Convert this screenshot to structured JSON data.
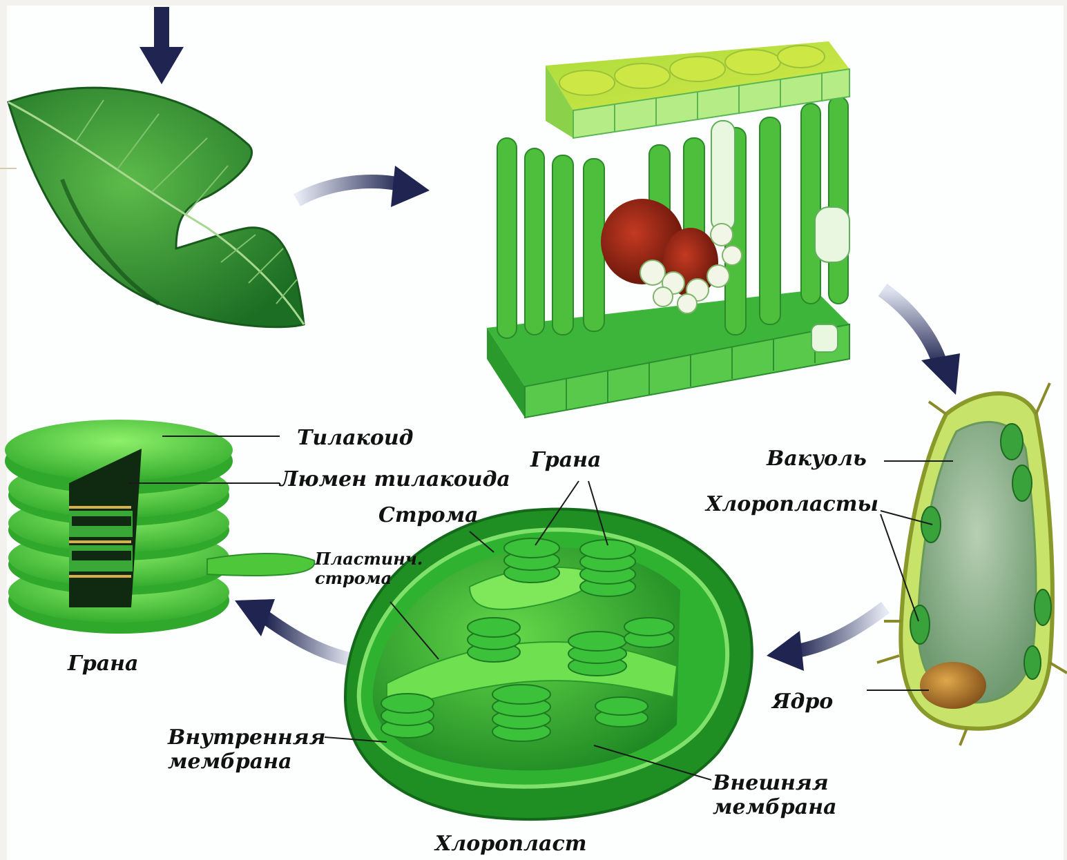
{
  "labels": {
    "thylakoid": "Тилакоид",
    "thylakoid_lumen": "Люмен тилакоида",
    "grana_left": "Грана",
    "grana_top": "Грана",
    "stroma": "Строма",
    "lamellar_stroma": "Пластинч.\nстрома",
    "inner_membrane": "Внутренняя\nмембрана",
    "outer_membrane": "Внешняя\nмембрана",
    "chloroplast": "Хлоропласт",
    "vacuole": "Вакуоль",
    "chloroplasts": "Хлоропласты",
    "nucleus": "Ядро"
  },
  "colors": {
    "leaf_green": "#2f9a3a",
    "bright_green": "#4ec83a",
    "dark_green": "#1d6b22",
    "tissue_yellow": "#b9e23a",
    "vessel_red": "#8a1e12",
    "arrow_navy": "#1f2450",
    "nucleus_brown": "#a0772a",
    "vacuole_gray": "#8fae8a"
  }
}
